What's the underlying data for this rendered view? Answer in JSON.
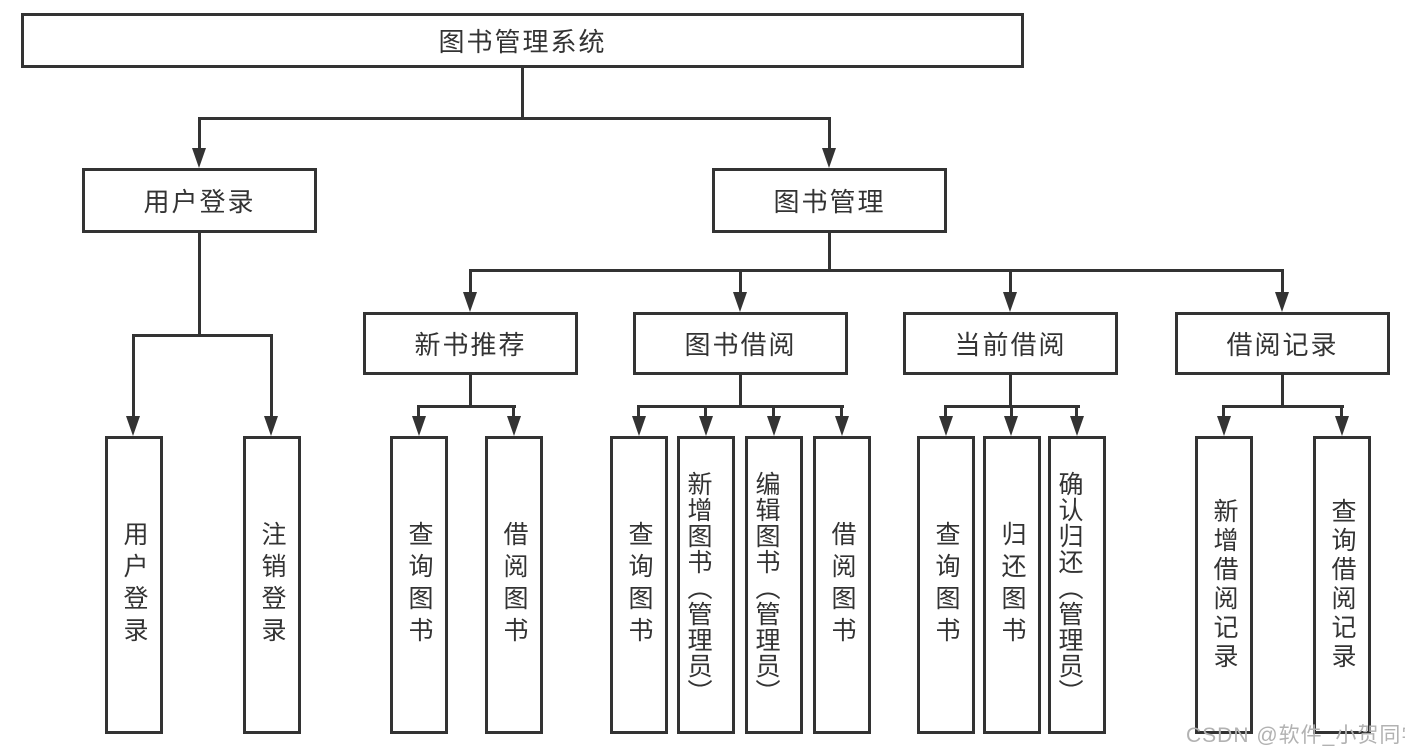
{
  "diagram": {
    "root_label": "图书管理系统",
    "level2": [
      {
        "label": "用户登录"
      },
      {
        "label": "图书管理"
      }
    ],
    "level3": [
      {
        "label": "新书推荐"
      },
      {
        "label": "图书借阅"
      },
      {
        "label": "当前借阅"
      },
      {
        "label": "借阅记录"
      }
    ],
    "leaves": [
      {
        "label": "用户登录"
      },
      {
        "label": "注销登录"
      },
      {
        "label": "查询图书"
      },
      {
        "label": "借阅图书"
      },
      {
        "label": "查询图书"
      },
      {
        "label": "新增图书（管理员）"
      },
      {
        "label": "编辑图书（管理员）"
      },
      {
        "label": "借阅图书"
      },
      {
        "label": "查询图书"
      },
      {
        "label": "归还图书"
      },
      {
        "label": "确认归还（管理员）"
      },
      {
        "label": "新增借阅记录"
      },
      {
        "label": "查询借阅记录"
      }
    ]
  },
  "watermark": {
    "text": "CSDN @软件_小贺同学"
  },
  "colors": {
    "line": "#333333",
    "text": "#333333",
    "background": "#ffffff",
    "watermark": "#b2b2b2"
  }
}
